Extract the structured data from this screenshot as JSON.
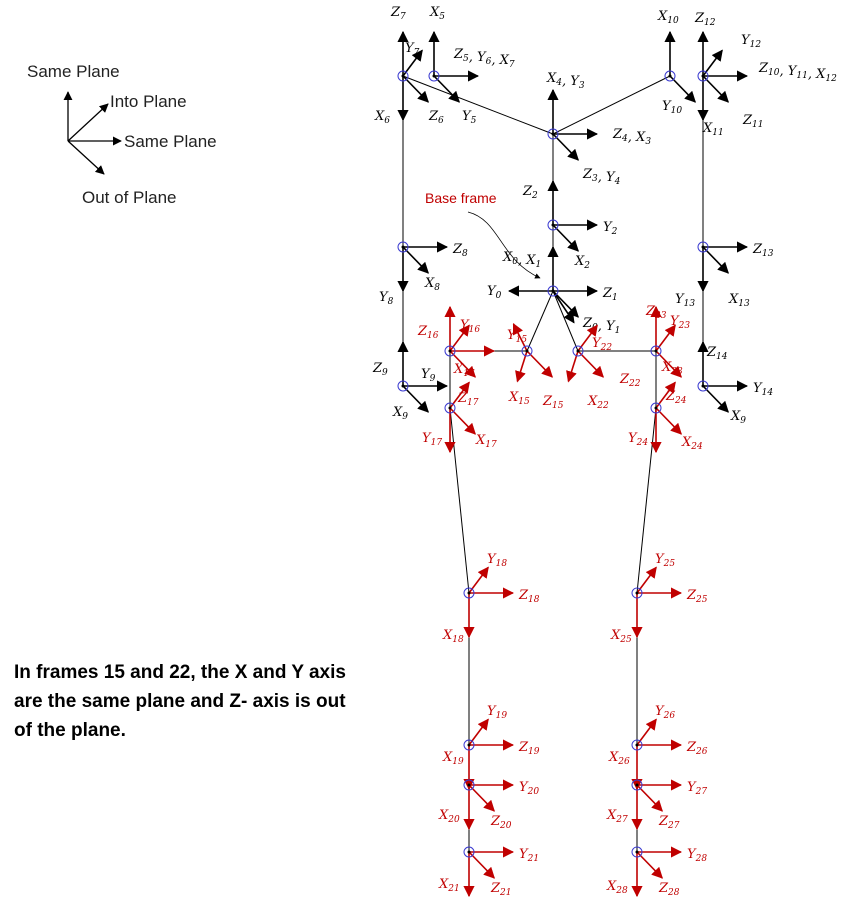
{
  "colors": {
    "black": "#000000",
    "red": "#c00000",
    "origin": "#3a3ad0"
  },
  "legend": {
    "same_plane_up": "Same Plane",
    "into_plane": "Into Plane",
    "same_plane_right": "Same Plane",
    "out_of_plane": "Out of Plane"
  },
  "note": {
    "line1": "In frames 15 and 22, the X and Y axis",
    "line2": "are the same plane and Z- axis is out",
    "line3": "of the plane."
  },
  "base_frame_label": "Base frame",
  "frames": [
    {
      "id": "f0",
      "color": "black",
      "axes": [
        {
          "dir": "up",
          "label": "X_0, X_1"
        },
        {
          "dir": "left",
          "label": "Y_0"
        },
        {
          "dir": "right",
          "label": "Z_1"
        },
        {
          "dir": "dr",
          "label": "Z_0, Y_1"
        },
        {
          "dir": "dr2",
          "label": ""
        }
      ]
    },
    {
      "id": "f2",
      "color": "black",
      "axes": [
        {
          "dir": "up",
          "label": "Z_2"
        },
        {
          "dir": "right",
          "label": "Y_2"
        },
        {
          "dir": "dr",
          "label": "X_2"
        }
      ]
    },
    {
      "id": "f3",
      "color": "black",
      "axes": [
        {
          "dir": "up",
          "label": "X_4, Y_3"
        },
        {
          "dir": "right",
          "label": "Z_4, X_3"
        },
        {
          "dir": "dr",
          "label": "Z_3, Y_4"
        }
      ]
    },
    {
      "id": "f5",
      "color": "black",
      "axes": [
        {
          "dir": "up",
          "label": "Z_7"
        },
        {
          "dir": "ur",
          "label": "Y_7"
        },
        {
          "dir": "down",
          "label": "X_6"
        },
        {
          "dir": "dr",
          "label": "Z_6"
        }
      ]
    },
    {
      "id": "f5b",
      "color": "black",
      "axes": [
        {
          "dir": "up",
          "label": "X_5"
        },
        {
          "dir": "right",
          "label": "Z_5, Y_6, X_7"
        },
        {
          "dir": "dr",
          "label": "Y_5"
        }
      ]
    },
    {
      "id": "f8",
      "color": "black",
      "axes": [
        {
          "dir": "right",
          "label": "Z_8"
        },
        {
          "dir": "dr",
          "label": "X_8"
        },
        {
          "dir": "down",
          "label": "Y_8"
        }
      ]
    },
    {
      "id": "f9",
      "color": "black",
      "axes": [
        {
          "dir": "up",
          "label": "Z_9"
        },
        {
          "dir": "right",
          "label": "Y_9"
        },
        {
          "dir": "dr",
          "label": "X_9"
        }
      ]
    },
    {
      "id": "f10",
      "color": "black",
      "axes": [
        {
          "dir": "up",
          "label": "X_10"
        },
        {
          "dir": "dr",
          "label": "Y_10"
        }
      ]
    },
    {
      "id": "f11",
      "color": "black",
      "axes": [
        {
          "dir": "up",
          "label": "Z_12"
        },
        {
          "dir": "ur",
          "label": "Y_12"
        },
        {
          "dir": "right",
          "label": "Z_10, Y_11, X_12"
        },
        {
          "dir": "down",
          "label": "X_11"
        },
        {
          "dir": "dr",
          "label": "Z_11"
        }
      ]
    },
    {
      "id": "f13",
      "color": "black",
      "axes": [
        {
          "dir": "right",
          "label": "Z_13"
        },
        {
          "dir": "dr",
          "label": "X_13"
        },
        {
          "dir": "down",
          "label": "Y_13"
        }
      ]
    },
    {
      "id": "f14",
      "color": "black",
      "axes": [
        {
          "dir": "up",
          "label": "Z_14"
        },
        {
          "dir": "right",
          "label": "Y_14"
        },
        {
          "dir": "dr",
          "label": "X_9"
        }
      ]
    },
    {
      "id": "f16",
      "color": "red",
      "axes": [
        {
          "dir": "up",
          "label": "Z_16"
        },
        {
          "dir": "ur",
          "label": "Y_16"
        },
        {
          "dir": "right",
          "label": ""
        },
        {
          "dir": "dr",
          "label": "X_16"
        }
      ]
    },
    {
      "id": "f15",
      "color": "red",
      "axes": [
        {
          "dir": "ul",
          "label": "Y_15"
        },
        {
          "dir": "dl",
          "label": "X_15"
        },
        {
          "dir": "dr",
          "label": "Z_15"
        }
      ]
    },
    {
      "id": "f17",
      "color": "red",
      "axes": [
        {
          "dir": "down",
          "label": "Y_17"
        },
        {
          "dir": "ur",
          "label": "Z_17"
        },
        {
          "dir": "dr",
          "label": "X_17"
        }
      ]
    },
    {
      "id": "f22",
      "color": "red",
      "axes": [
        {
          "dir": "ur",
          "label": "Y_22"
        },
        {
          "dir": "dl",
          "label": "X_22"
        },
        {
          "dir": "dr",
          "label": "Z_22"
        }
      ]
    },
    {
      "id": "f23",
      "color": "red",
      "axes": [
        {
          "dir": "up",
          "label": "Z_23"
        },
        {
          "dir": "ur",
          "label": "Y_23"
        },
        {
          "dir": "dr",
          "label": "X_23"
        }
      ]
    },
    {
      "id": "f24",
      "color": "red",
      "axes": [
        {
          "dir": "down",
          "label": "Y_24"
        },
        {
          "dir": "ur",
          "label": "Z_24"
        },
        {
          "dir": "dr",
          "label": "X_24"
        }
      ]
    },
    {
      "id": "f18",
      "color": "red",
      "axes": [
        {
          "dir": "ur",
          "label": "Y_18"
        },
        {
          "dir": "right",
          "label": "Z_18"
        },
        {
          "dir": "down",
          "label": "X_18"
        }
      ]
    },
    {
      "id": "f25",
      "color": "red",
      "axes": [
        {
          "dir": "ur",
          "label": "Y_25"
        },
        {
          "dir": "right",
          "label": "Z_25"
        },
        {
          "dir": "down",
          "label": "X_25"
        }
      ]
    },
    {
      "id": "f19",
      "color": "red",
      "axes": [
        {
          "dir": "ur",
          "label": "Y_19"
        },
        {
          "dir": "right",
          "label": "Z_19"
        },
        {
          "dir": "down",
          "label": "X_19"
        }
      ]
    },
    {
      "id": "f26",
      "color": "red",
      "axes": [
        {
          "dir": "ur",
          "label": "Y_26"
        },
        {
          "dir": "right",
          "label": "Z_26"
        },
        {
          "dir": "down",
          "label": "X_26"
        }
      ]
    },
    {
      "id": "f20",
      "color": "red",
      "axes": [
        {
          "dir": "right",
          "label": "Y_20"
        },
        {
          "dir": "dr",
          "label": "Z_20"
        },
        {
          "dir": "down",
          "label": "X_20"
        }
      ]
    },
    {
      "id": "f27",
      "color": "red",
      "axes": [
        {
          "dir": "right",
          "label": "Y_27"
        },
        {
          "dir": "dr",
          "label": "Z_27"
        },
        {
          "dir": "down",
          "label": "X_27"
        }
      ]
    },
    {
      "id": "f21",
      "color": "red",
      "axes": [
        {
          "dir": "right",
          "label": "Y_21"
        },
        {
          "dir": "dr",
          "label": "Z_21"
        },
        {
          "dir": "down",
          "label": "X_21"
        }
      ]
    },
    {
      "id": "f28",
      "color": "red",
      "axes": [
        {
          "dir": "right",
          "label": "Y_28"
        },
        {
          "dir": "dr",
          "label": "Z_28"
        },
        {
          "dir": "down",
          "label": "X_28"
        }
      ]
    }
  ]
}
